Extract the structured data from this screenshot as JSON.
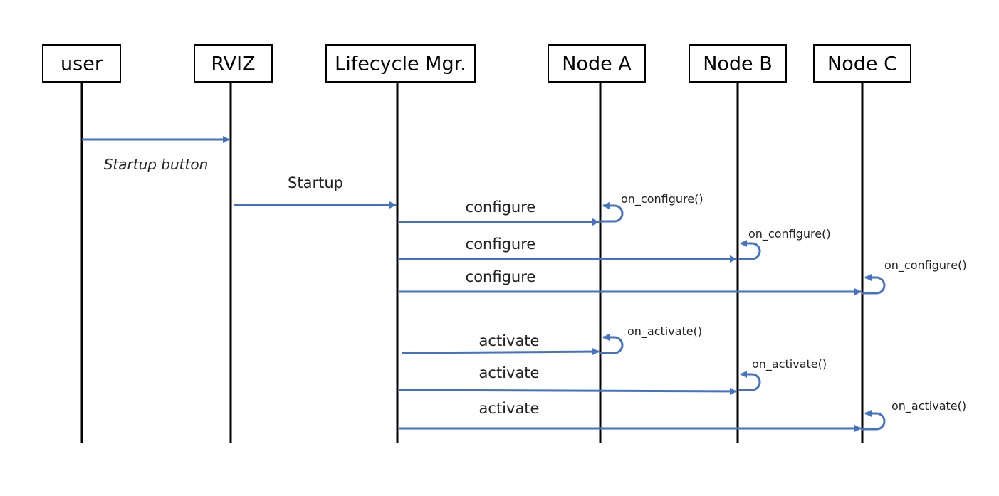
{
  "colors": {
    "message": "#4472c4",
    "lifeline": "#000000",
    "box_border": "#000000"
  },
  "participants": [
    {
      "id": "user",
      "label": "user"
    },
    {
      "id": "rviz",
      "label": "RVIZ"
    },
    {
      "id": "lm",
      "label": "Lifecycle Mgr."
    },
    {
      "id": "a",
      "label": "Node A"
    },
    {
      "id": "b",
      "label": "Node B"
    },
    {
      "id": "c",
      "label": "Node C"
    }
  ],
  "messages": [
    {
      "from": "user",
      "to": "rviz",
      "label": "Startup button",
      "italic": true
    },
    {
      "from": "rviz",
      "to": "lm",
      "label": "Startup",
      "italic": false
    },
    {
      "from": "lm",
      "to": "a",
      "label": "configure",
      "italic": false
    },
    {
      "from": "lm",
      "to": "b",
      "label": "configure",
      "italic": false
    },
    {
      "from": "lm",
      "to": "c",
      "label": "configure",
      "italic": false
    },
    {
      "from": "lm",
      "to": "a",
      "label": "activate",
      "italic": false
    },
    {
      "from": "lm",
      "to": "b",
      "label": "activate",
      "italic": false
    },
    {
      "from": "lm",
      "to": "c",
      "label": "activate",
      "italic": false
    }
  ],
  "self_calls": [
    {
      "on": "a",
      "label": "on_configure()"
    },
    {
      "on": "b",
      "label": "on_configure()"
    },
    {
      "on": "c",
      "label": "on_configure()"
    },
    {
      "on": "a",
      "label": "on_activate()"
    },
    {
      "on": "b",
      "label": "on_activate()"
    },
    {
      "on": "c",
      "label": "on_activate()"
    }
  ]
}
